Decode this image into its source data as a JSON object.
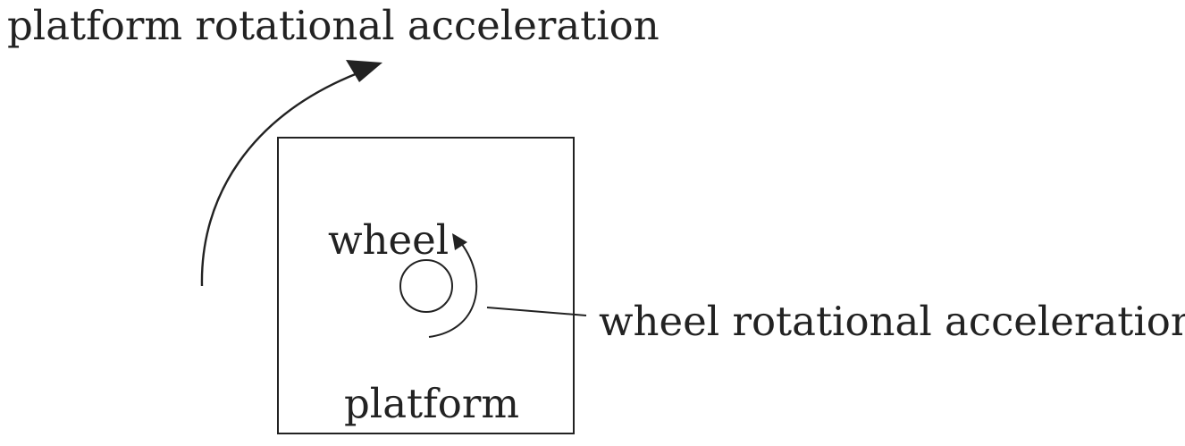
{
  "labels": {
    "platform_rotation": "platform rotational acceleration",
    "wheel": "wheel",
    "wheel_rotation": "wheel rotational acceleration",
    "platform": "platform"
  },
  "colors": {
    "stroke": "#222222",
    "background": "#ffffff"
  }
}
